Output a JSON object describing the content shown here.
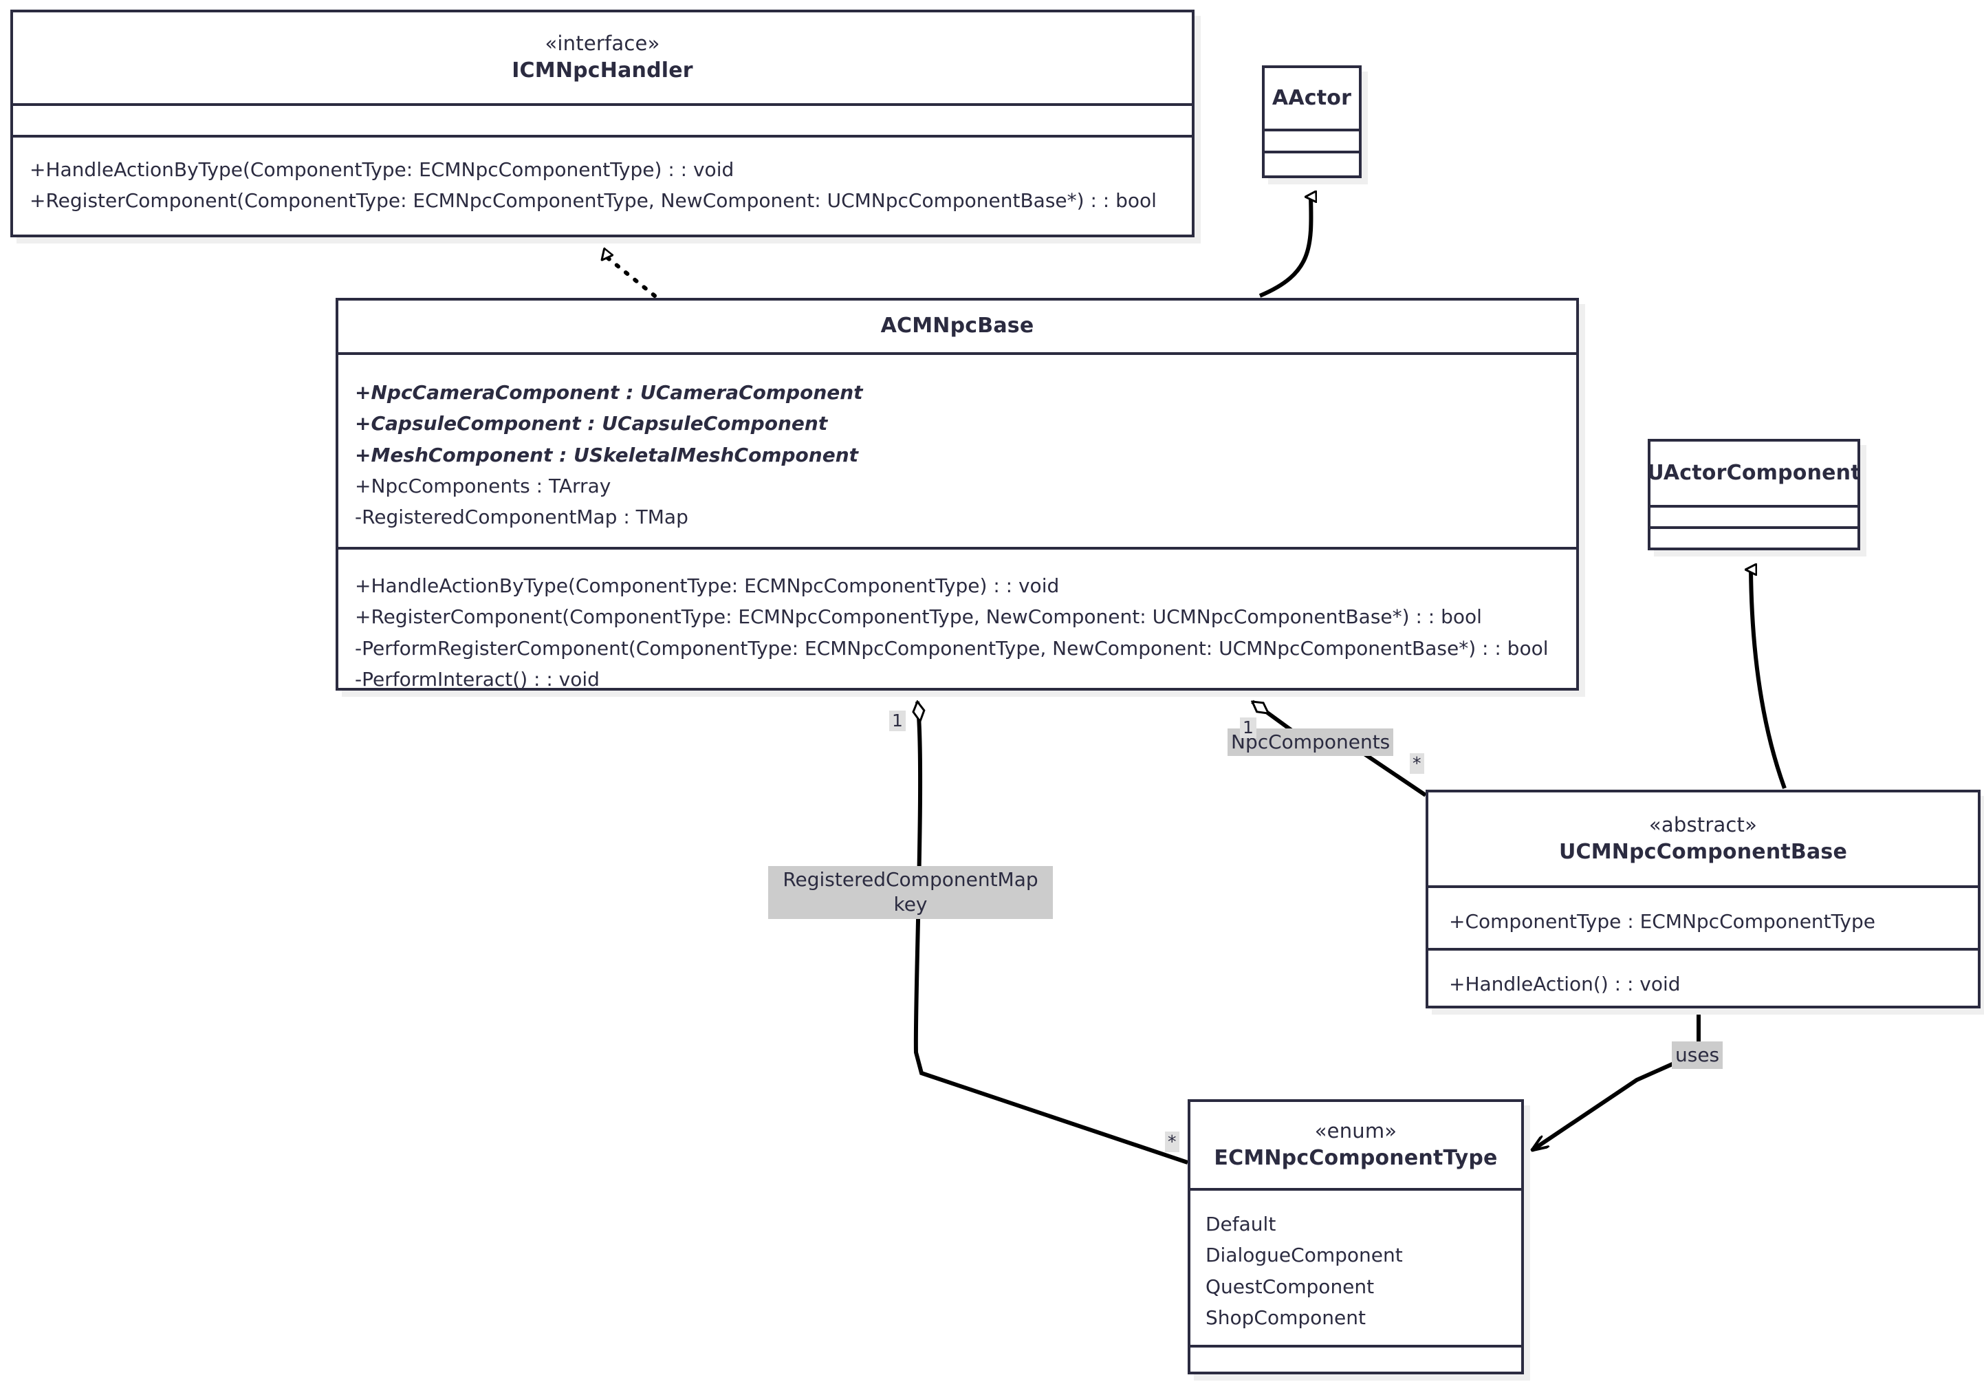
{
  "diagram": {
    "title": "NPC Component System UML Class Diagram",
    "kind": "uml-class-diagram",
    "colors": {
      "stroke": "#2b2b40",
      "fill": "#ffffff",
      "shadow": "#efefef",
      "label_bg": "#cccccc",
      "multiplicity_bg": "#e0e0e0"
    }
  },
  "classes": {
    "icmnpc_handler": {
      "stereotype": "«interface»",
      "name": "ICMNpcHandler",
      "attributes": [],
      "operations": [
        "+HandleActionByType(ComponentType: ECMNpcComponentType) : : void",
        "+RegisterComponent(ComponentType: ECMNpcComponentType, NewComponent: UCMNpcComponentBase*) : : bool"
      ]
    },
    "aactor": {
      "stereotype": "",
      "name": "AActor",
      "attributes": [],
      "operations": []
    },
    "acmnpc_base": {
      "stereotype": "",
      "name": "ACMNpcBase",
      "attributes": [
        {
          "text": "+NpcCameraComponent : UCameraComponent",
          "italic": true
        },
        {
          "text": "+CapsuleComponent : UCapsuleComponent",
          "italic": true
        },
        {
          "text": "+MeshComponent : USkeletalMeshComponent",
          "italic": true
        },
        {
          "text": "+NpcComponents : TArray",
          "italic": false
        },
        {
          "text": "-RegisteredComponentMap : TMap",
          "italic": false
        }
      ],
      "operations": [
        "+HandleActionByType(ComponentType: ECMNpcComponentType) : : void",
        "+RegisterComponent(ComponentType: ECMNpcComponentType, NewComponent: UCMNpcComponentBase*) : : bool",
        "-PerformRegisterComponent(ComponentType: ECMNpcComponentType, NewComponent: UCMNpcComponentBase*) : : bool",
        "-PerformInteract() : : void"
      ]
    },
    "uactor_component": {
      "stereotype": "",
      "name": "UActorComponent",
      "attributes": [],
      "operations": []
    },
    "ucmnpc_component_base": {
      "stereotype": "«abstract»",
      "name": "UCMNpcComponentBase",
      "attributes": [
        "+ComponentType : ECMNpcComponentType"
      ],
      "operations": [
        "+HandleAction() : : void"
      ]
    },
    "ecmnpc_component_type": {
      "stereotype": "«enum»",
      "name": "ECMNpcComponentType",
      "literals": [
        "Default",
        "DialogueComponent",
        "QuestComponent",
        "ShopComponent"
      ],
      "operations": []
    }
  },
  "relationships": [
    {
      "id": "realization-handler",
      "type": "realization",
      "from": "ACMNpcBase",
      "to": "ICMNpcHandler",
      "label": "",
      "source_multiplicity": "",
      "target_multiplicity": ""
    },
    {
      "id": "generalization-aactor",
      "type": "generalization",
      "from": "ACMNpcBase",
      "to": "AActor",
      "label": "",
      "source_multiplicity": "",
      "target_multiplicity": ""
    },
    {
      "id": "generalization-uactorcomponent",
      "type": "generalization",
      "from": "UCMNpcComponentBase",
      "to": "UActorComponent",
      "label": "",
      "source_multiplicity": "",
      "target_multiplicity": ""
    },
    {
      "id": "aggregation-npccomponents",
      "type": "aggregation",
      "from": "ACMNpcBase",
      "to": "UCMNpcComponentBase",
      "label": "NpcComponents",
      "source_multiplicity": "1",
      "target_multiplicity": "*"
    },
    {
      "id": "aggregation-registeredcomponentmap",
      "type": "aggregation",
      "from": "ACMNpcBase",
      "to": "ECMNpcComponentType",
      "label": "RegisteredComponentMap\nkey",
      "source_multiplicity": "1",
      "target_multiplicity": "*"
    },
    {
      "id": "dependency-uses",
      "type": "dependency",
      "from": "UCMNpcComponentBase",
      "to": "ECMNpcComponentType",
      "label": "uses",
      "source_multiplicity": "",
      "target_multiplicity": ""
    }
  ]
}
